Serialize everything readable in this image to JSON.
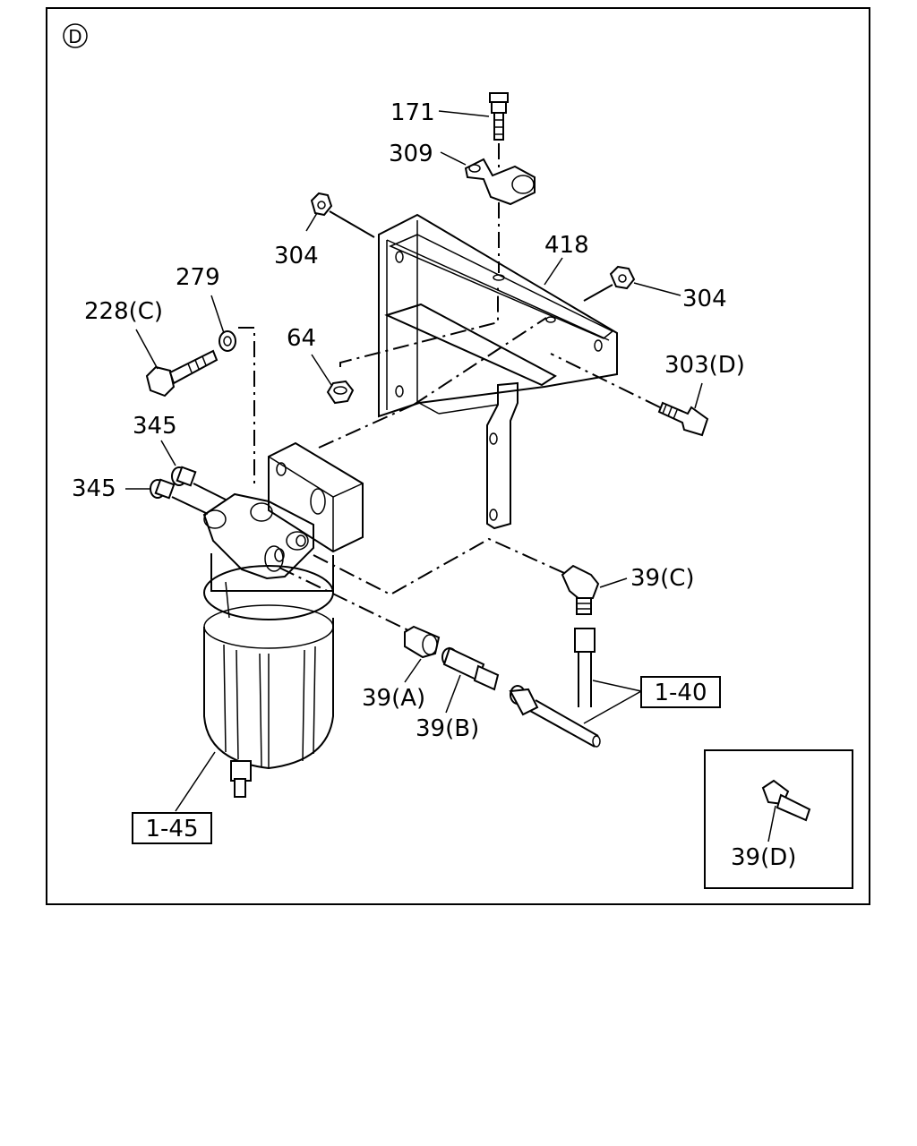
{
  "view_marker": "D",
  "labels": {
    "p171": "171",
    "p309": "309",
    "p304_left": "304",
    "p418": "418",
    "p304_right": "304",
    "p279": "279",
    "p228c": "228(C)",
    "p64": "64",
    "p303d": "303(D)",
    "p345_top": "345",
    "p345_left": "345",
    "p39c": "39(C)",
    "p39a": "39(A)",
    "p39b": "39(B)",
    "ref_1_40": "1-40",
    "ref_1_45": "1-45",
    "p39d": "39(D)"
  },
  "icons": [
    "bolt-icon",
    "clamp-icon",
    "nut-icon",
    "washer-icon",
    "bracket-icon",
    "plug-icon",
    "elbow-fitting-icon",
    "connector-icon",
    "fuel-filter-icon",
    "pipe-icon"
  ]
}
